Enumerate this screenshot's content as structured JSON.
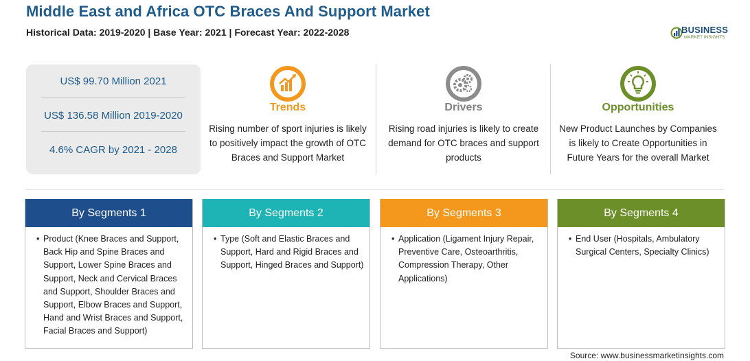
{
  "header": {
    "title": "Middle East and Africa OTC Braces And Support Market",
    "subtitle": "Historical Data: 2019-2020 | Base Year: 2021 | Forecast Year: 2022-2028"
  },
  "logo": {
    "line1": "BUSINESS",
    "line2": "MARKET INSIGHTS"
  },
  "stats": [
    "US$ 99.70 Million 2021",
    "US$ 136.58 Million 2019-2020",
    "4.6% CAGR by 2021 - 2028"
  ],
  "columns": {
    "trends": {
      "heading": "Trends",
      "color": "#f4981d",
      "icon": "growth-chart-icon",
      "text": "Rising number of sport injuries is likely to positively impact the growth of OTC Braces and Support Market"
    },
    "drivers": {
      "heading": "Drivers",
      "color": "#808080",
      "icon": "gears-icon",
      "text": "Rising road injuries is likely to create demand for OTC braces and support products"
    },
    "opportunities": {
      "heading": "Opportunities",
      "color": "#6d8f2a",
      "icon": "lightbulb-icon",
      "text": "New Product Launches by Companies is likely to Create Opportunities in Future Years for the overall Market"
    }
  },
  "segments": [
    {
      "title": "By Segments 1",
      "color": "#1f4e8c",
      "text": "Product (Knee Braces and Support, Back Hip and Spine Braces and Support, Lower Spine Braces and Support, Neck and Cervical Braces and Support, Shoulder Braces and Support, Elbow Braces and Support, Hand and Wrist Braces and Support, Facial Braces and Support)"
    },
    {
      "title": "By Segments 2",
      "color": "#1eb3b5",
      "text": "Type (Soft and Elastic Braces and Support, Hard and Rigid Braces and Support, Hinged Braces and Support)"
    },
    {
      "title": "By Segments 3",
      "color": "#f4981d",
      "text": "Application (Ligament Injury Repair, Preventive Care, Osteoarthritis, Compression Therapy, Other Applications)"
    },
    {
      "title": "By Segments 4",
      "color": "#6d8f2a",
      "text": "End User (Hospitals, Ambulatory Surgical Centers, Specialty Clinics)"
    }
  ],
  "source": "Source: www.businessmarketinsights.com"
}
